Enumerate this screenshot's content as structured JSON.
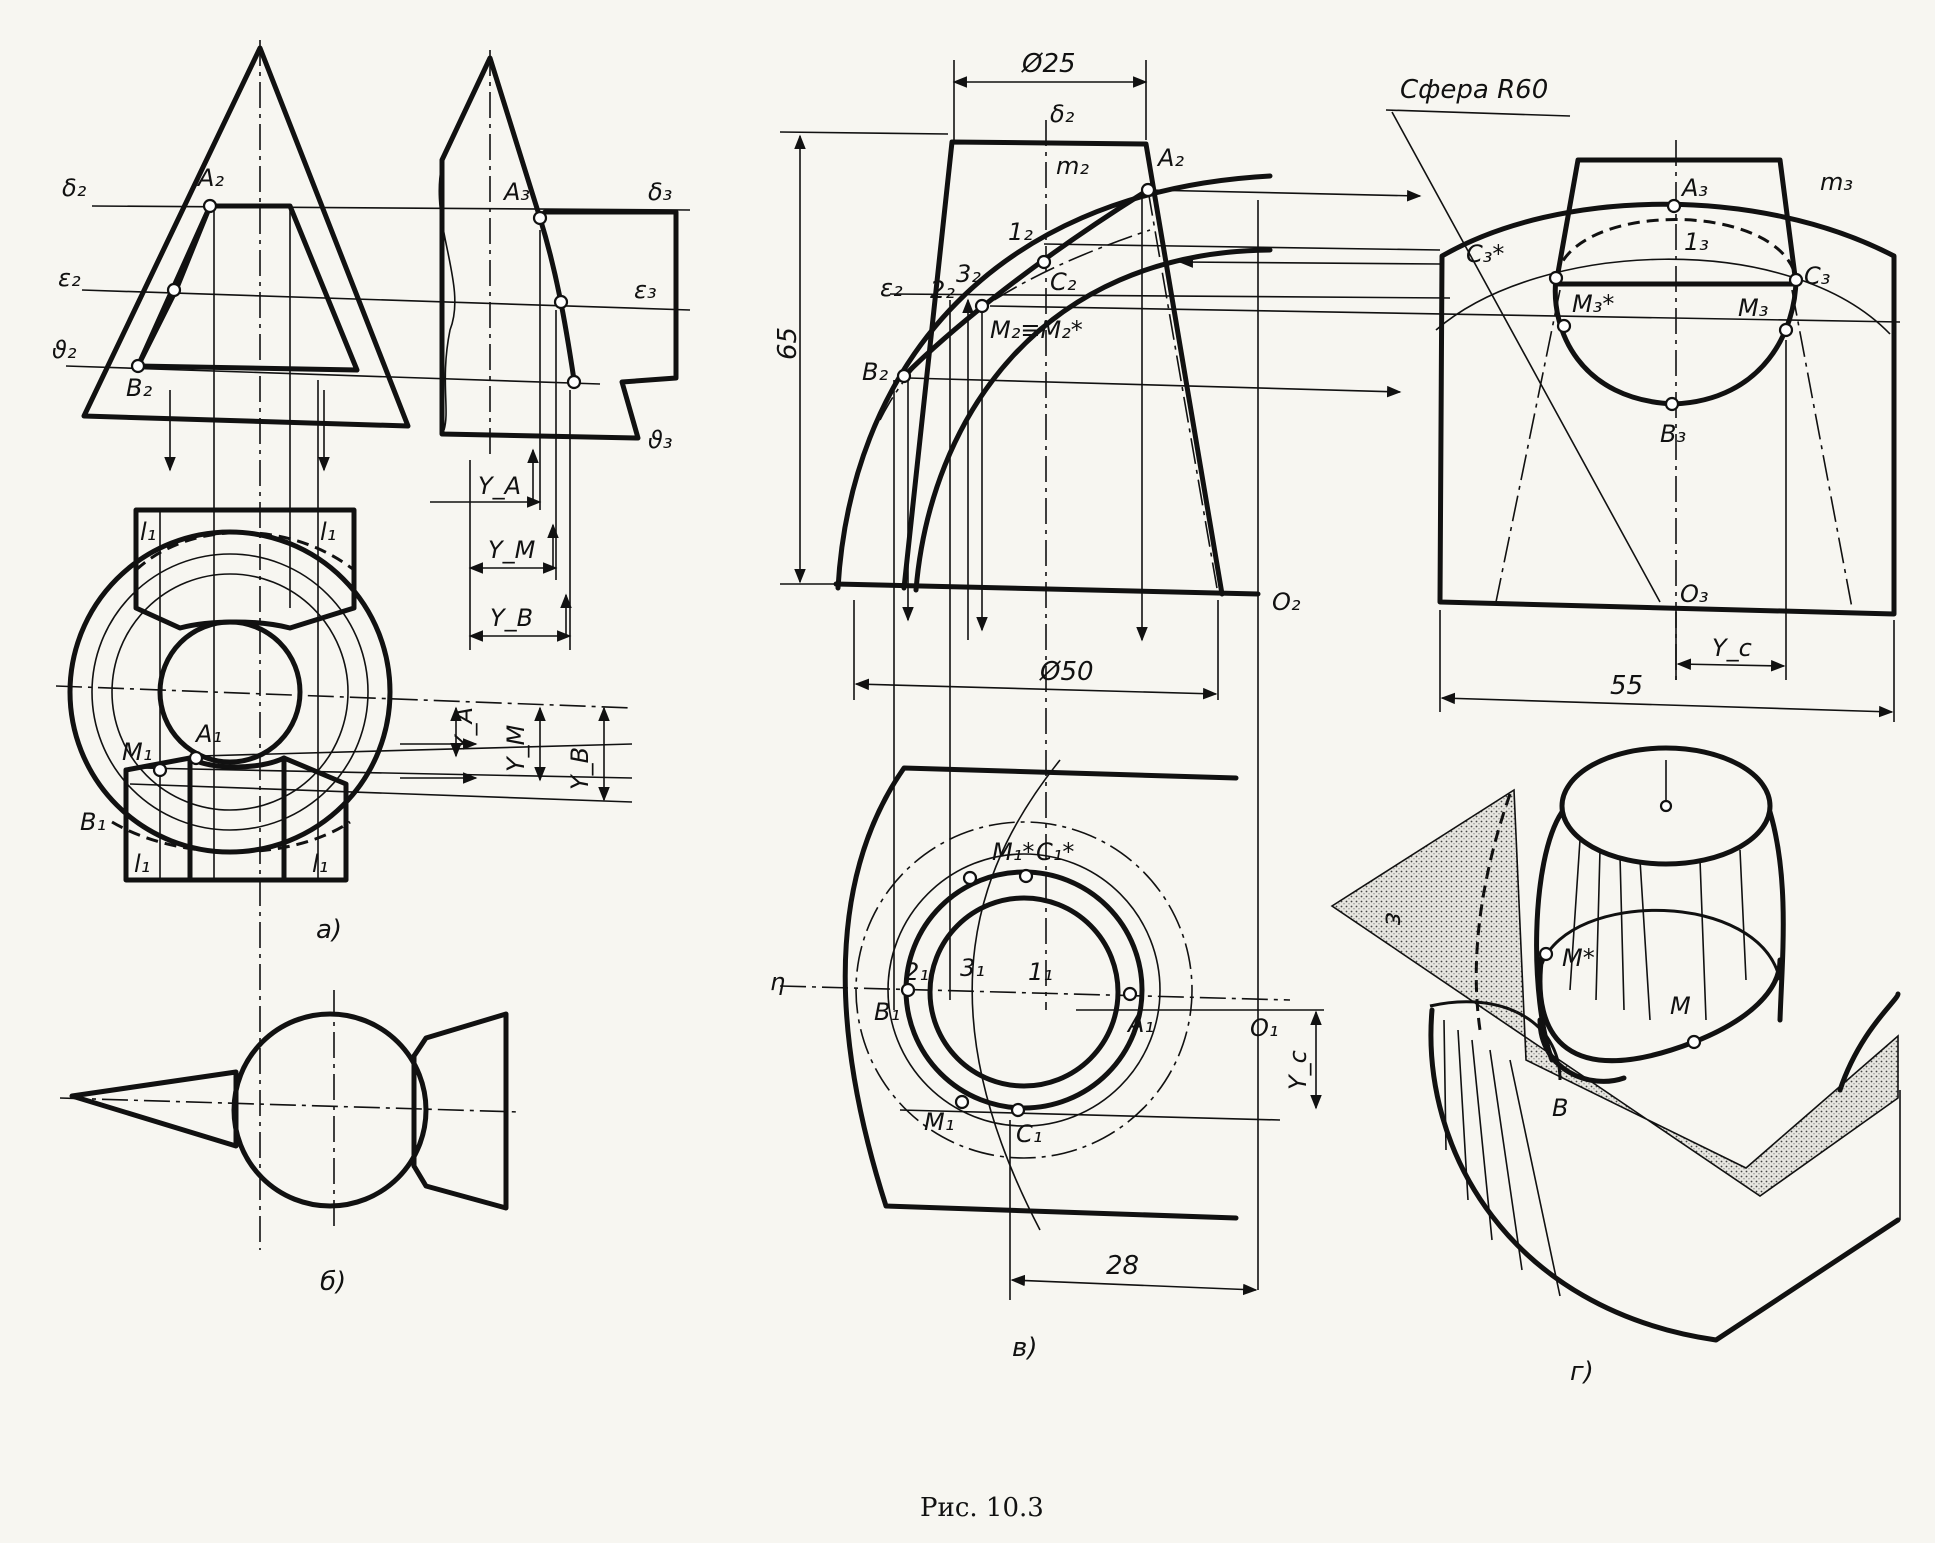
{
  "caption": "Рис. 10.3",
  "subfigures": {
    "a": "а)",
    "b": "б)",
    "v": "в)",
    "g": "г)"
  },
  "labels_a": {
    "delta2": "δ₂",
    "eps2": "ε₂",
    "theta2": "ϑ₂",
    "A2": "A₂",
    "B2": "B₂",
    "A3": "A₃",
    "delta3": "δ₃",
    "eps3": "ε₃",
    "theta3": "ϑ₃",
    "YA_top": "Y_A",
    "YM_top": "Y_M",
    "YB_top": "Y_B",
    "l1_tl": "l₁",
    "l1_tr": "l₁",
    "l1_bl": "l₁",
    "l1_br": "l₁",
    "M1": "M₁",
    "A1": "A₁",
    "B1": "B₁",
    "YA_side": "Y_A",
    "YM_side": "Y_M",
    "YB_side": "Y_B"
  },
  "labels_v": {
    "d25": "Ø25",
    "delta2": "δ₂",
    "m2": "m₂",
    "A2": "A₂",
    "one2": "1₂",
    "C2": "C₂",
    "eps2": "ε₂",
    "two2": "2₂",
    "three2": "3₂",
    "M2eq": "M₂≡M₂*",
    "B2": "B₂",
    "d65": "65",
    "O2": "O₂",
    "d50": "Ø50",
    "M1s": "M₁*",
    "C1s": "C₁*",
    "eta": "η",
    "B1": "B₁",
    "two1": "2₁",
    "three1": "3₁",
    "one1": "1₁",
    "A1": "A₁",
    "O1": "O₁",
    "Yc": "Y_c",
    "M1": "M₁",
    "C1": "C₁",
    "d28": "28"
  },
  "labels_side": {
    "sphere": "Сфера R60",
    "A3": "A₃",
    "m3": "m₃",
    "C3s": "C₃*",
    "one3": "1₃",
    "C3": "C₃",
    "M3s": "M₃*",
    "M3": "M₃",
    "B3": "B₃",
    "O3": "O₃",
    "Yc": "Y_c",
    "d55": "55"
  },
  "labels_g": {
    "eps": "ε",
    "Ms": "M*",
    "M": "M",
    "B": "B"
  }
}
